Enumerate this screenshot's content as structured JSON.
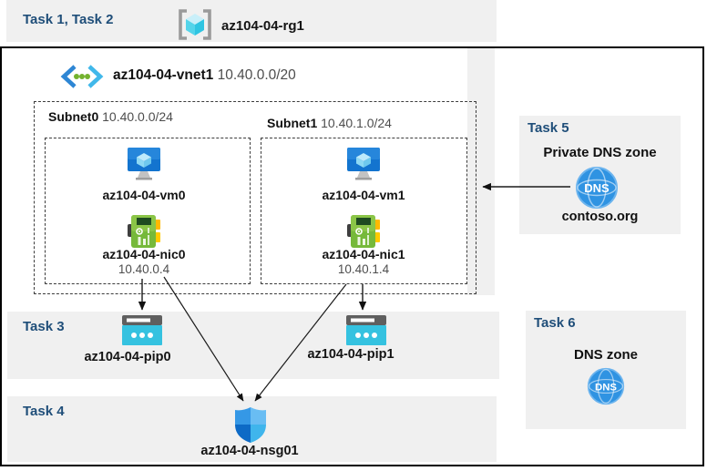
{
  "colors": {
    "task_label": "#1F4E79",
    "panel_bg": "#F0F0F0",
    "arrow": "#1A1A1A",
    "azure_vm_blue": "#1B7BD4",
    "public_ip_cyan": "#35C2E0",
    "nic_green": "#7DBE3C",
    "dns_blue": "#2F93E2"
  },
  "header": {
    "label": "Task 1, Task 2",
    "resource_group": "az104-04-rg1"
  },
  "vnet": {
    "name": "az104-04-vnet1",
    "cidr": "10.40.0.0/20"
  },
  "subnets": [
    {
      "name": "Subnet0",
      "cidr": "10.40.0.0/24",
      "vm": "az104-04-vm0",
      "nic": "az104-04-nic0",
      "ip": "10.40.0.4"
    },
    {
      "name": "Subnet1",
      "cidr": "10.40.1.0/24",
      "vm": "az104-04-vm1",
      "nic": "az104-04-nic1",
      "ip": "10.40.1.4"
    }
  ],
  "task3": {
    "label": "Task 3",
    "pip0": "az104-04-pip0",
    "pip1": "az104-04-pip1"
  },
  "task4": {
    "label": "Task 4",
    "nsg": "az104-04-nsg01"
  },
  "task5": {
    "label": "Task 5",
    "title": "Private DNS zone",
    "zone": "contoso.org",
    "icon_text": "DNS"
  },
  "task6": {
    "label": "Task 6",
    "title": "DNS zone",
    "icon_text": "DNS"
  }
}
